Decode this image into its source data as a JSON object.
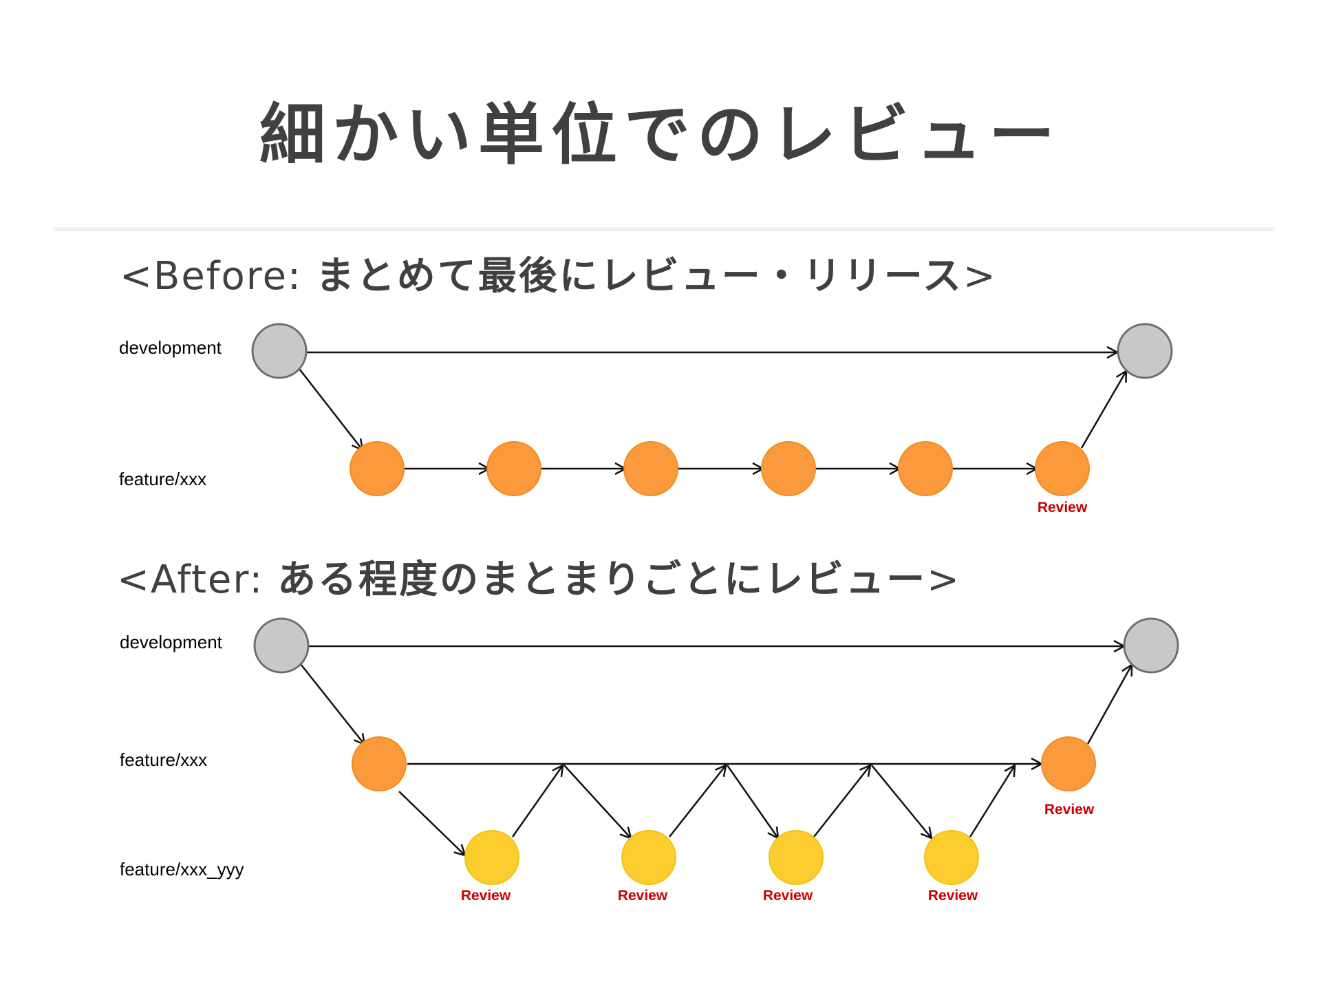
{
  "title": "細かい単位でのレビュー",
  "before": {
    "heading_prefix": "<Before: ",
    "heading_body": "まとめて最後にレビュー・リリース",
    "heading_suffix": ">",
    "branches": [
      "development",
      "feature/xxx"
    ],
    "review_label": "Review"
  },
  "after": {
    "heading_prefix": "<After: ",
    "heading_body": "ある程度のまとまりごとにレビュー",
    "heading_suffix": ">",
    "branches": [
      "development",
      "feature/xxx",
      "feature/xxx_yyy"
    ],
    "review_label": "Review"
  },
  "colors": {
    "development_node": "#c8c8c8",
    "development_stroke": "#6e6e6e",
    "feature_node": "#fa9a3c",
    "feature_stroke": "#f38a20",
    "subfeature_node": "#fccd2f",
    "subfeature_stroke": "#f5bf16",
    "review_text": "#cc0000",
    "edge": "#111111"
  }
}
